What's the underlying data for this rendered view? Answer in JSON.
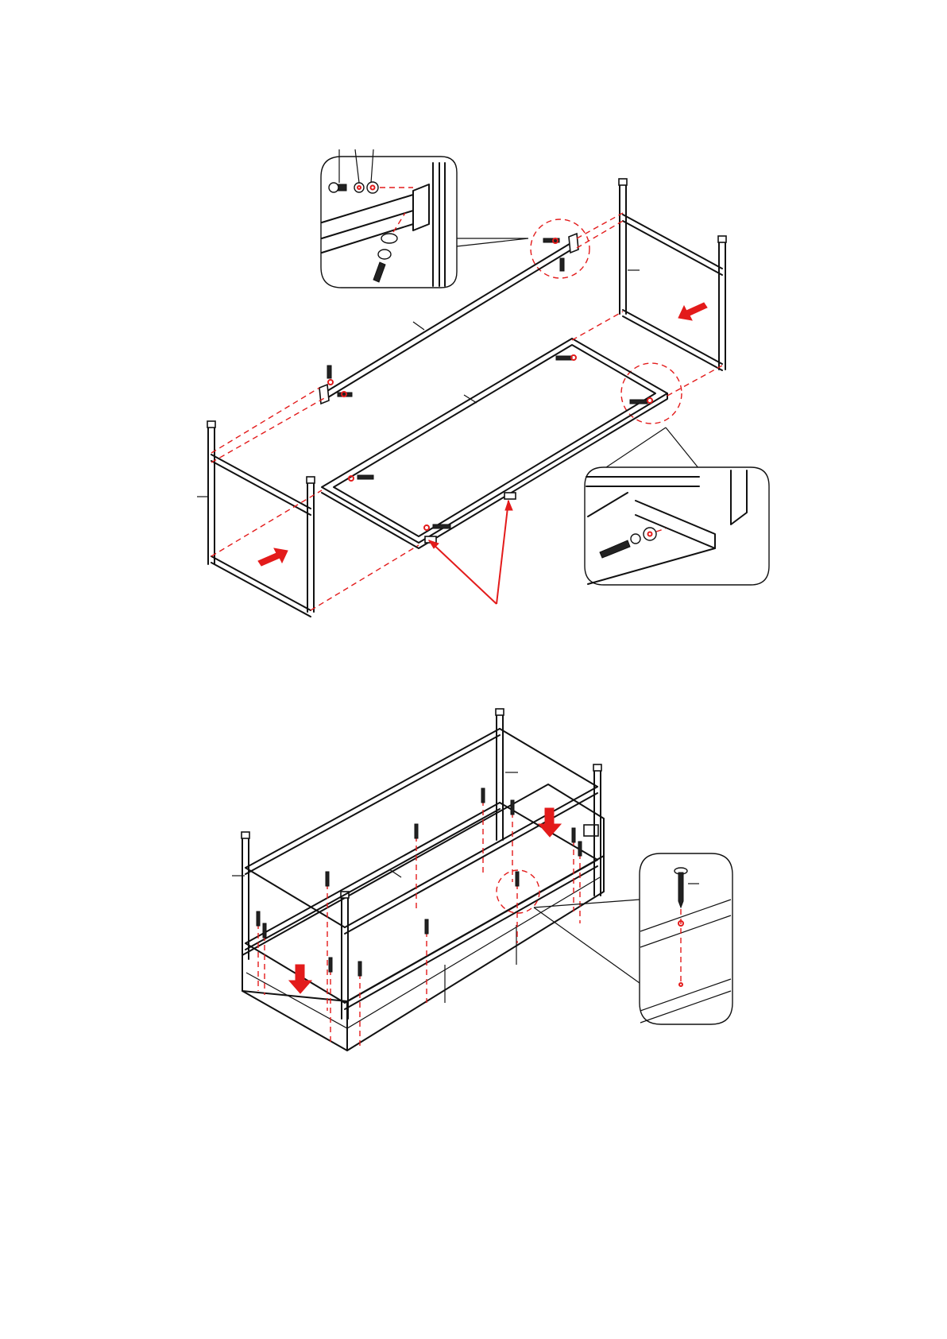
{
  "steps": [
    {
      "id": "frame-assembly",
      "parts": [
        "long-rail",
        "bottom-frame",
        "left-end-frame",
        "right-end-frame"
      ],
      "hardware": [
        "bolt",
        "lock-washer",
        "flat-washer"
      ],
      "arrows": [
        "insert-left-frame",
        "insert-right-frame"
      ],
      "accent_color": "#e31b1b"
    },
    {
      "id": "attach-frame-to-base",
      "parts": [
        "metal-frame",
        "base-cabinet"
      ],
      "hardware": [
        "wood-screw"
      ],
      "arrows": [
        "lower-frame-left",
        "lower-frame-right"
      ],
      "accent_color": "#e31b1b"
    }
  ],
  "icons": {
    "arrow": "red-arrow-icon",
    "zoom": "magnifier-callout-icon",
    "screw": "screw-icon"
  }
}
